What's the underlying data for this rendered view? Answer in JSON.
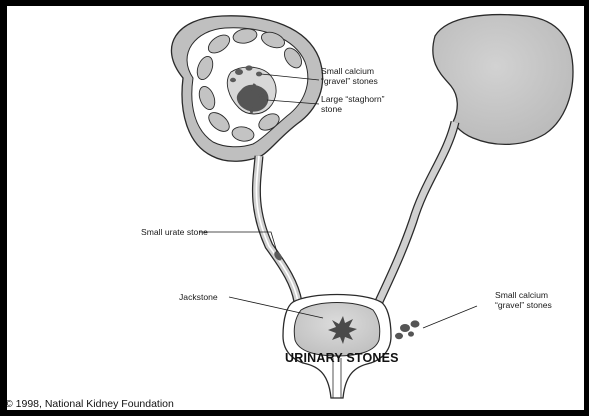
{
  "diagram": {
    "title": "URINARY STONES",
    "labels": {
      "small_calcium_top": [
        "Small calcium",
        "“gravel” stones"
      ],
      "large_staghorn": [
        "Large “staghorn”",
        "stone"
      ],
      "small_urate": "Small urate stone",
      "jackstone": "Jackstone",
      "small_calcium_bottom": [
        "Small calcium",
        "“gravel” stones"
      ]
    },
    "copyright": "© 1998, National Kidney Foundation"
  },
  "colors": {
    "border": "#000000",
    "background": "#ffffff",
    "tissue": "#c8c8c8",
    "tissue_dark": "#a9a9a9",
    "stone": "#5a5a5a"
  }
}
